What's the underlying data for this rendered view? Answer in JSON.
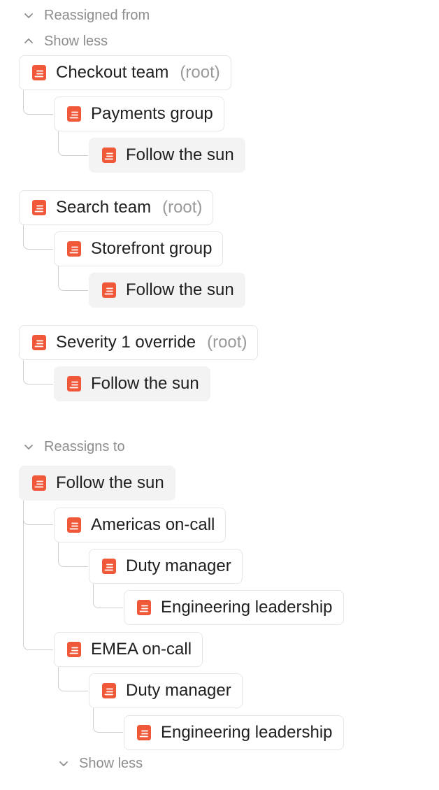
{
  "colors": {
    "icon": "#f0583a",
    "muted": "#8d8d8d",
    "current_bg": "#f3f3f3"
  },
  "icon_name": "escalation-path-icon",
  "reassigned_from": {
    "toggle_label": "Reassigned from",
    "show_less_label": "Show less",
    "root_suffix": "(root)",
    "trees": [
      {
        "root": "Checkout team",
        "child": "Payments group",
        "leaf": "Follow the sun"
      },
      {
        "root": "Search team",
        "child": "Storefront group",
        "leaf": "Follow the sun"
      },
      {
        "root": "Severity 1 override",
        "leaf": "Follow the sun"
      }
    ]
  },
  "reassigns_to": {
    "toggle_label": "Reassigns to",
    "current": "Follow the sun",
    "branches": [
      {
        "label": "Americas on-call",
        "child": "Duty manager",
        "grandchild": "Engineering leadership"
      },
      {
        "label": "EMEA on-call",
        "child": "Duty manager",
        "grandchild": "Engineering leadership"
      }
    ],
    "show_less_label": "Show less"
  }
}
